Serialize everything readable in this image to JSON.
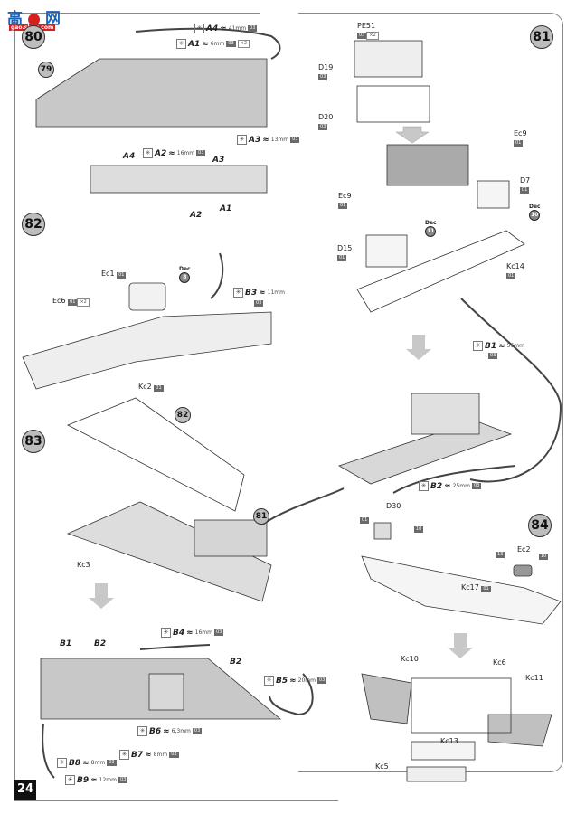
{
  "watermark": {
    "logo_text_left": "高",
    "logo_text_right": "网",
    "logo_url_text": "gao.shou.com"
  },
  "page_number": "24",
  "steps": [
    {
      "number": "80",
      "ref_parts": [
        "79"
      ],
      "wires": [
        {
          "id": "A4",
          "length": "41mm",
          "color_code": "03"
        },
        {
          "id": "A1",
          "length": "6mm",
          "color_code": "03",
          "qty": "×2"
        },
        {
          "id": "A2",
          "length": "16mm",
          "color_code": "03"
        },
        {
          "id": "A3",
          "length": "13mm",
          "color_code": "03"
        }
      ],
      "detail_labels": [
        "A4",
        "A3",
        "A2",
        "A1"
      ]
    },
    {
      "number": "81",
      "parts": [
        {
          "id": "PE51",
          "codes": [
            "03",
            "×2"
          ]
        },
        {
          "id": "D19",
          "codes": [
            "03"
          ]
        },
        {
          "id": "D20",
          "codes": [
            "03"
          ]
        },
        {
          "id": "Ec9",
          "codes": [
            "01"
          ]
        },
        {
          "id": "Ec9",
          "codes": [
            "01"
          ]
        },
        {
          "id": "D7",
          "codes": [
            "01"
          ]
        },
        {
          "id": "D15",
          "codes": [
            "01"
          ]
        },
        {
          "id": "Kc14",
          "codes": [
            "01"
          ]
        }
      ],
      "decals": [
        {
          "label": "Dec",
          "number": "10"
        },
        {
          "label": "Dec",
          "number": "11"
        }
      ],
      "wires": [
        {
          "id": "B1",
          "length": "56mm",
          "color_code": "03"
        },
        {
          "id": "B2",
          "length": "25mm",
          "color_code": "03"
        }
      ]
    },
    {
      "number": "82",
      "parts": [
        {
          "id": "Ec1",
          "codes": [
            "01"
          ]
        },
        {
          "id": "Ec6",
          "codes": [
            "01",
            "×2"
          ]
        },
        {
          "id": "Kc2",
          "codes": [
            "01"
          ]
        }
      ],
      "decals": [
        {
          "label": "Dec",
          "number": "8"
        }
      ],
      "wires": [
        {
          "id": "B3",
          "length": "11mm",
          "color_code": "03"
        }
      ]
    },
    {
      "number": "83",
      "ref_parts": [
        "82",
        "81"
      ],
      "parts": [
        {
          "id": "Kc3",
          "codes": []
        }
      ],
      "wires": [
        {
          "id": "B4",
          "length": "16mm",
          "color_code": "03"
        },
        {
          "id": "B5",
          "length": "20mm",
          "color_code": "03"
        },
        {
          "id": "B6",
          "length": "6,3mm",
          "color_code": "03"
        },
        {
          "id": "B7",
          "length": "8mm",
          "color_code": "03"
        },
        {
          "id": "B8",
          "length": "8mm",
          "color_code": "03"
        },
        {
          "id": "B9",
          "length": "12mm",
          "color_code": "03"
        }
      ],
      "detail_labels": [
        "B1",
        "B2",
        "B2"
      ]
    },
    {
      "number": "84",
      "parts": [
        {
          "id": "D30",
          "codes": [
            "01",
            "10"
          ]
        },
        {
          "id": "Ec2",
          "codes": [
            "13",
            "10"
          ]
        },
        {
          "id": "Kc17",
          "codes": [
            "01"
          ]
        },
        {
          "id": "Kc10",
          "codes": []
        },
        {
          "id": "Kc6",
          "codes": []
        },
        {
          "id": "Kc11",
          "codes": []
        },
        {
          "id": "Kc13",
          "codes": []
        },
        {
          "id": "Kc5",
          "codes": []
        }
      ]
    }
  ],
  "colors": {
    "part_gray": "#c8c8c8",
    "line": "#333333",
    "badge": "#6a6a6a",
    "logo_blue": "#1d62b4",
    "logo_red": "#d61f1f"
  }
}
